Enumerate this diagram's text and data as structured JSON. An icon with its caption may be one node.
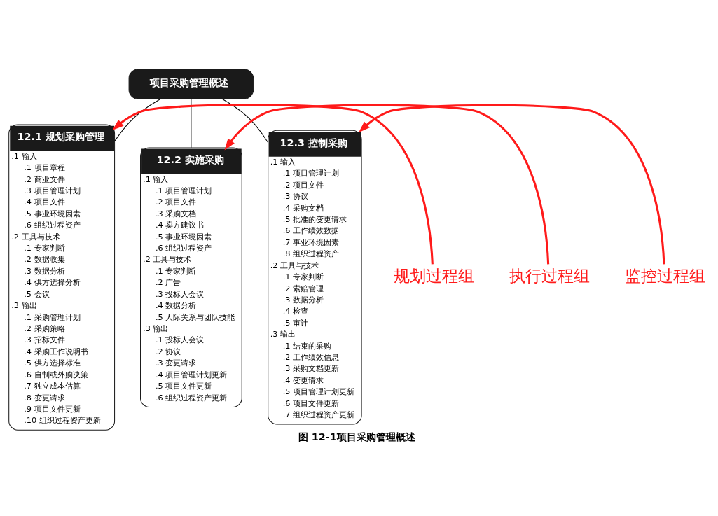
{
  "diagram": {
    "caption": "图 12-1项目采购管理概述",
    "nodes": [
      {
        "text": [
          "项目采购管理概述"
        ]
      },
      {
        "text": [
          "12.1 规划采购管理",
          ".1 输入",
          ".1 项目章程",
          ".2 商业文件",
          ".3 项目管理计划",
          ".4 项目文件",
          ".5 事业环境因素",
          ".6 组织过程资产",
          ".2 工具与技术",
          ".1 专家判断",
          ".2 数据收集",
          ".3 数据分析",
          ".4 供方选择分析",
          ".5 会议",
          ".3 输出",
          ".1 采购管理计划",
          ".2 采购策略",
          ".3 招标文件",
          ".4 采购工作说明书",
          ".5 供方选择标准",
          ".6 自制或外购决策",
          ".7 独立成本估算",
          ".8 变更请求",
          ".9 项目文件更新",
          ".10 组织过程资产更新"
        ]
      },
      {
        "text": [
          "12.2 实施采购",
          ".1 输入",
          ".1 项目管理计划",
          ".2 项目文件",
          ".3 采购文档",
          ".4 卖方建议书",
          ".5 事业环境因素",
          ".6 组织过程资产",
          ".2 工具与技术",
          ".1 专家判断",
          ".2 广告",
          ".3 投标人会议",
          ".4 数据分析",
          ".5 人际关系与团队技能",
          ".3 输出",
          ".1 投标人会议",
          ".2 协议",
          ".3 变更请求",
          ".4 项目管理计划更新",
          ".5 项目文件更新",
          ".6 组织过程资产更新"
        ]
      },
      {
        "text": [
          "12.3 控制采购",
          ".1 输入",
          ".1 项目管理计划",
          ".2 项目文件",
          ".3 协议",
          ".4 采购文档",
          ".5 批准的变更请求",
          ".6 工作绩效数据",
          ".7 事业环境因素",
          ".8 组织过程资产",
          ".2 工具与技术",
          ".1 专家判断",
          ".2 索赔管理",
          ".3 数据分析",
          ".4 检查",
          ".5 审计",
          ".3 输出",
          ".1 结束的采购",
          ".2 工作绩效信息",
          ".3 采购文档更新",
          ".4 变更请求",
          ".5 项目管理计划更新",
          ".6 项目文件更新",
          ".7 组织过程资产更新"
        ]
      },
      {
        "text": [
          "规划过程组"
        ]
      },
      {
        "text": [
          "执行过程组"
        ]
      },
      {
        "text": [
          "监控过程组"
        ]
      }
    ],
    "edges": [
      {
        "from": 0,
        "to": 1,
        "arrow": "none"
      },
      {
        "from": 0,
        "to": 2,
        "arrow": "none"
      },
      {
        "from": 0,
        "to": 3,
        "arrow": "none"
      },
      {
        "from": 4,
        "to": 1,
        "arrow": "to",
        "style": "thick",
        "color": "#ff1a1a"
      },
      {
        "from": 5,
        "to": 2,
        "arrow": "to",
        "style": "thick",
        "color": "#ff1a1a"
      },
      {
        "from": 6,
        "to": 3,
        "arrow": "to",
        "style": "thick",
        "color": "#ff1a1a"
      }
    ]
  }
}
